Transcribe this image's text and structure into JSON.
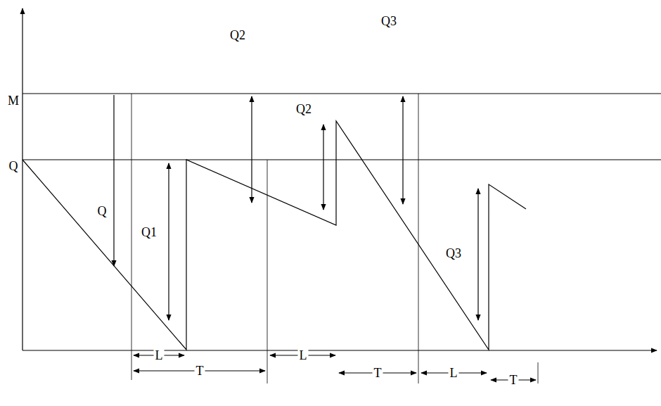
{
  "diagram": {
    "labels": [
      "M",
      "Q",
      "Q",
      "Q1",
      "Q2",
      "Q3",
      "Q2",
      "Q3",
      "L",
      "T",
      "L",
      "T",
      "L",
      "T"
    ]
  }
}
